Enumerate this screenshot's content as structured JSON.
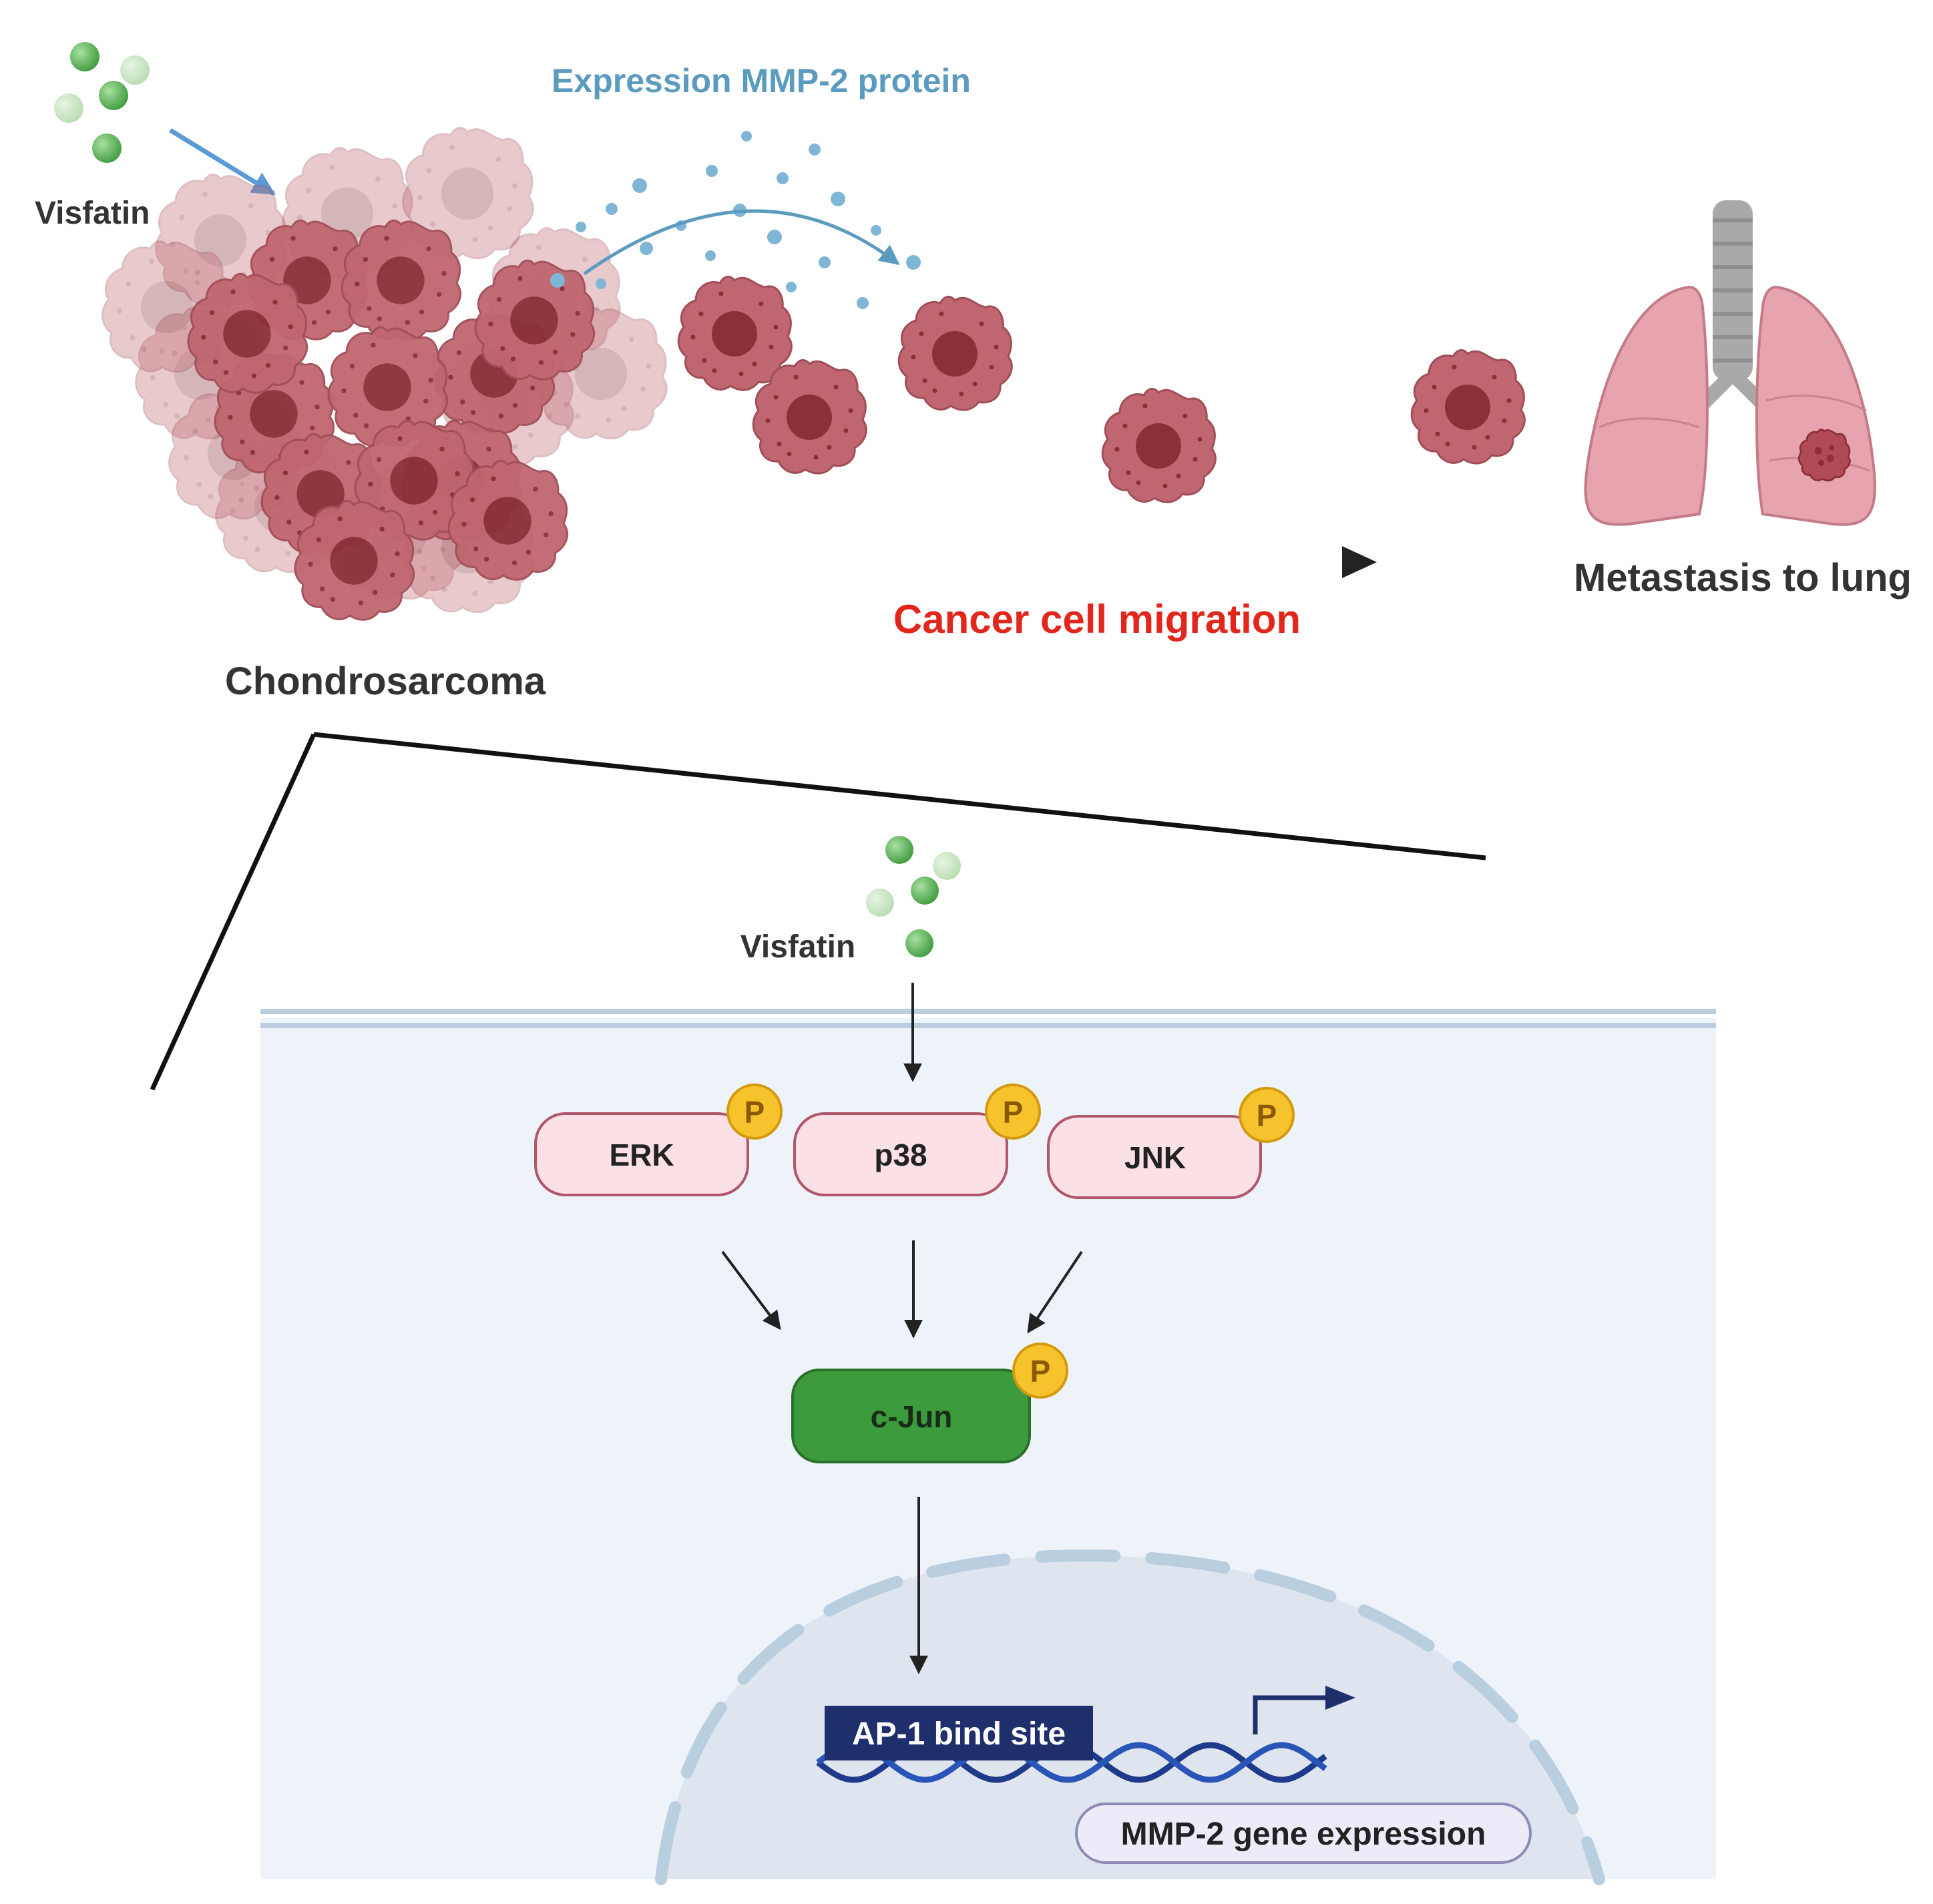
{
  "labels": {
    "visfatin_top": "Visfatin",
    "expression_mmp2_protein": "Expression MMP-2 protein",
    "chondrosarcoma": "Chondrosarcoma",
    "cancer_cell_migration": "Cancer cell migration",
    "metastasis_to_lung": "Metastasis to lung",
    "visfatin_bottom": "Visfatin"
  },
  "kinases": [
    "ERK",
    "p38",
    "JNK"
  ],
  "phospho_label": "P",
  "transcription_factor": "c-Jun",
  "binding_site": "AP-1 bind site",
  "gene_expression": "MMP-2 gene expression",
  "colors": {
    "visfatin": "#5cb85c",
    "protein_dots": "#7fb6d6",
    "tumor_cell": "#b85a64",
    "tumor_nucleus": "#8a3037",
    "migration_text": "#e2261c",
    "expression_text": "#5b9bbf",
    "kinase_fill": "#fbe0e6",
    "kinase_stroke": "#b0566a",
    "phospho": "#f7c32c",
    "cjun_fill": "#3c9b3c",
    "ap1_box": "#1f2f6b",
    "dna": "#1e3a8a",
    "gene_pill": "#ecebf7",
    "cell_bg": "#eef3f9",
    "nucleus_bg": "#dfe5ee",
    "membrane": "#b9cfe0",
    "lung": "#e7a4ae",
    "trachea": "#a9a9a9"
  }
}
